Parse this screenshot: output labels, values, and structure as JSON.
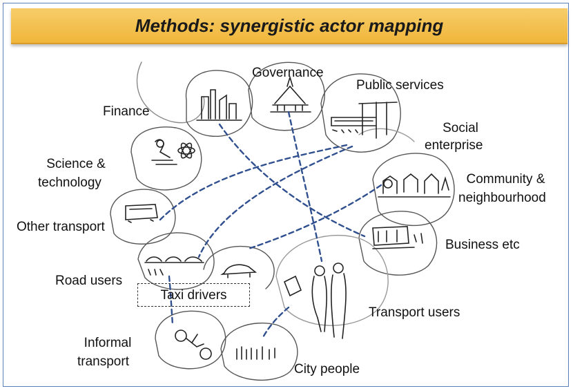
{
  "slide": {
    "title": "Methods: synergistic actor mapping"
  },
  "actors": {
    "governance": "Governance",
    "public_services": "Public services",
    "finance": "Finance",
    "social_enterprise_line1": "Social",
    "social_enterprise_line2": "enterprise",
    "science_line1": "Science &",
    "science_line2": "technology",
    "community_line1": "Community &",
    "community_line2": "neighbourhood",
    "other_transport": "Other transport",
    "business": "Business etc",
    "road_users": "Road users",
    "taxi_drivers": "Taxi drivers",
    "transport_users": "Transport users",
    "informal_line1": "Informal",
    "informal_line2": "transport",
    "city_people": "City people"
  },
  "colors": {
    "title_bar": "#f0b63a",
    "link_line": "#2f4f8f",
    "frame_border": "#5b7fb8",
    "sketch_ink": "#333333"
  }
}
